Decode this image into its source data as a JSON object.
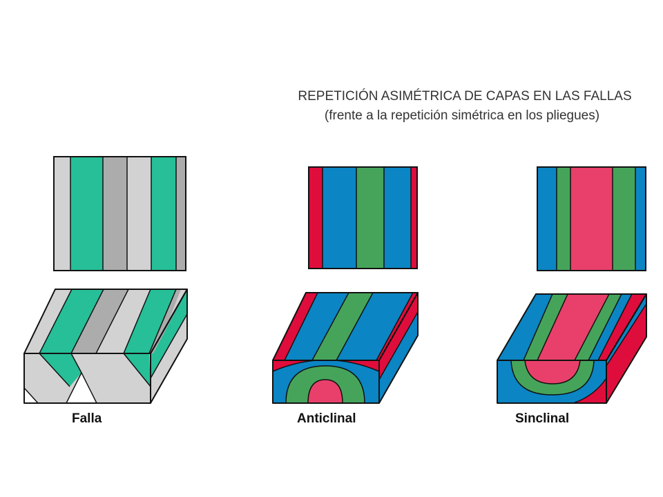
{
  "title": "REPETICIÓN ASIMÉTRICA DE CAPAS EN LAS FALLAS",
  "subtitle": "(frente a la repetición simétrica en los pliegues)",
  "labels": {
    "falla": "Falla",
    "anticlinal": "Anticlinal",
    "sinclinal": "Sinclinal"
  },
  "colors": {
    "teal": "#26bf98",
    "gray_light": "#d2d2d2",
    "gray_dark": "#acacac",
    "blue": "#0b85c4",
    "green": "#46a45a",
    "red": "#df0d3c",
    "pink": "#e8406a",
    "outline": "#111111"
  }
}
